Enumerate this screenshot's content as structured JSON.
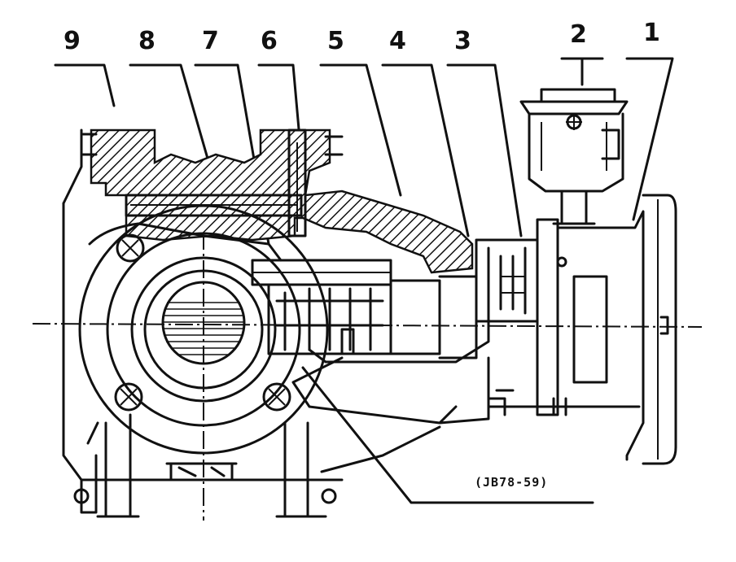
{
  "diagram": {
    "part_numbers": [
      "9",
      "8",
      "7",
      "6",
      "5",
      "4",
      "3",
      "2",
      "1"
    ],
    "reference": "(JB78-59)"
  },
  "colors": {
    "ink": "#111111",
    "paper": "#ffffff"
  }
}
